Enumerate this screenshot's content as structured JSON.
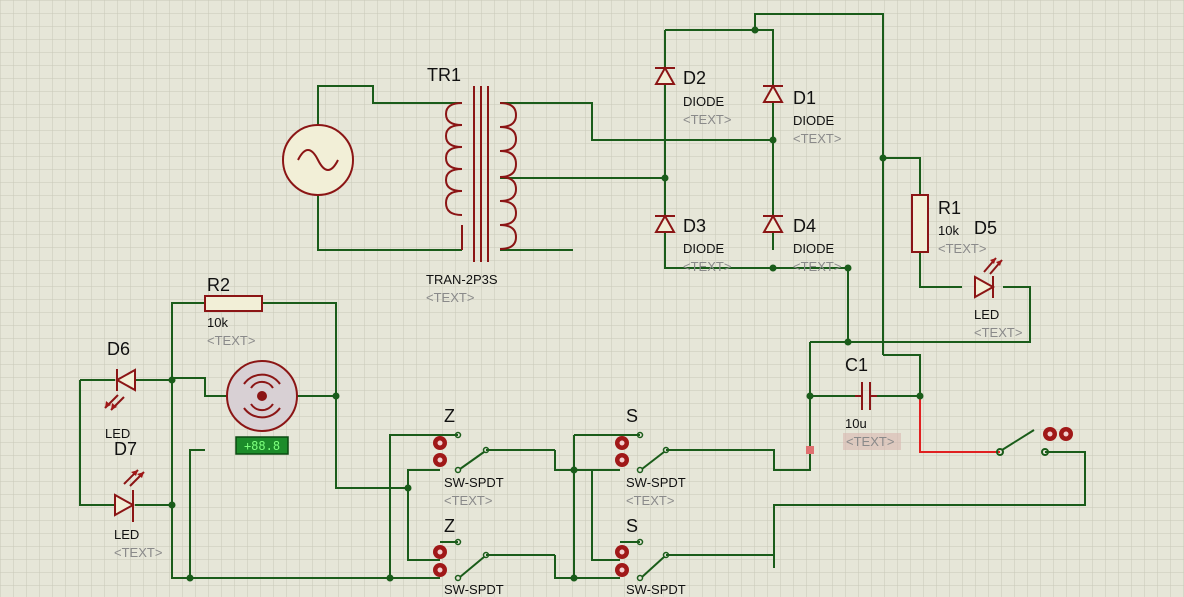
{
  "schematic": {
    "grid_color": "#c8c8b8",
    "wire_color": "#1a5c1a",
    "component_color": "#8b1515",
    "active_wire_color": "#e02020",
    "placeholder": "<TEXT>",
    "components": {
      "tr1": {
        "ref": "TR1",
        "value": "TRAN-2P3S",
        "icon": "transformer-icon"
      },
      "ac_source": {
        "icon": "sine-wave-icon"
      },
      "d1": {
        "ref": "D1",
        "value": "DIODE",
        "icon": "diode-icon"
      },
      "d2": {
        "ref": "D2",
        "value": "DIODE",
        "icon": "diode-icon"
      },
      "d3": {
        "ref": "D3",
        "value": "DIODE",
        "icon": "diode-icon"
      },
      "d4": {
        "ref": "D4",
        "value": "DIODE",
        "icon": "diode-icon"
      },
      "r1": {
        "ref": "R1",
        "value": "10k",
        "icon": "resistor-icon"
      },
      "r2": {
        "ref": "R2",
        "value": "10k",
        "icon": "resistor-icon"
      },
      "d5": {
        "ref": "D5",
        "value": "LED",
        "icon": "led-icon"
      },
      "d6": {
        "ref": "D6",
        "value": "LED",
        "icon": "led-icon"
      },
      "d7": {
        "ref": "D7",
        "value": "LED",
        "icon": "led-icon"
      },
      "c1": {
        "ref": "C1",
        "value": "10u",
        "icon": "capacitor-icon"
      },
      "motor": {
        "readout": "+88.8",
        "icon": "motor-icon"
      },
      "sw_z1": {
        "ref": "Z",
        "value": "SW-SPDT",
        "icon": "spdt-switch-icon"
      },
      "sw_z2": {
        "ref": "Z",
        "value": "SW-SPDT",
        "icon": "spdt-switch-icon"
      },
      "sw_s1": {
        "ref": "S",
        "value": "SW-SPDT",
        "icon": "spdt-switch-icon"
      },
      "sw_s2": {
        "ref": "S",
        "value": "SW-SPDT",
        "icon": "spdt-switch-icon"
      },
      "sw_main": {
        "icon": "spst-switch-icon"
      }
    }
  }
}
